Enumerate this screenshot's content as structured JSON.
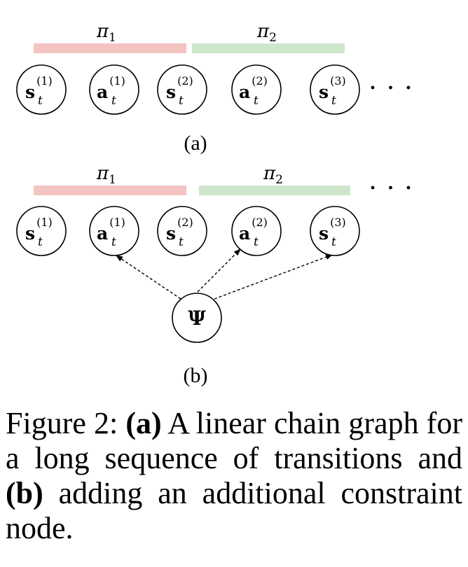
{
  "colors": {
    "pi1_bar": "#f4c4c2",
    "pi2_bar": "#cfe6cc"
  },
  "panels": [
    {
      "id": "a",
      "label": "(a)",
      "policies": [
        {
          "symbol": "π",
          "index": "1"
        },
        {
          "symbol": "π",
          "index": "2"
        }
      ],
      "dots": "· · ·",
      "nodes": [
        {
          "base": "s",
          "sup": "(1)",
          "sub": "t"
        },
        {
          "base": "a",
          "sup": "(1)",
          "sub": "t"
        },
        {
          "base": "s",
          "sup": "(2)",
          "sub": "t"
        },
        {
          "base": "a",
          "sup": "(2)",
          "sub": "t"
        },
        {
          "base": "s",
          "sup": "(3)",
          "sub": "t"
        }
      ]
    },
    {
      "id": "b",
      "label": "(b)",
      "policies": [
        {
          "symbol": "π",
          "index": "1"
        },
        {
          "symbol": "π",
          "index": "2"
        }
      ],
      "dots": "· · ·",
      "nodes": [
        {
          "base": "s",
          "sup": "(1)",
          "sub": "t"
        },
        {
          "base": "a",
          "sup": "(1)",
          "sub": "t"
        },
        {
          "base": "s",
          "sup": "(2)",
          "sub": "t"
        },
        {
          "base": "a",
          "sup": "(2)",
          "sub": "t"
        },
        {
          "base": "s",
          "sup": "(3)",
          "sub": "t"
        }
      ],
      "constraint_node": "Ψ"
    }
  ],
  "caption": {
    "prefix": "Figure 2: ",
    "part_a_tag": "(a)",
    "part_a_text": " A linear chain graph for a long sequence of transitions and ",
    "part_b_tag": "(b)",
    "part_b_text": " adding an additional constraint node."
  }
}
